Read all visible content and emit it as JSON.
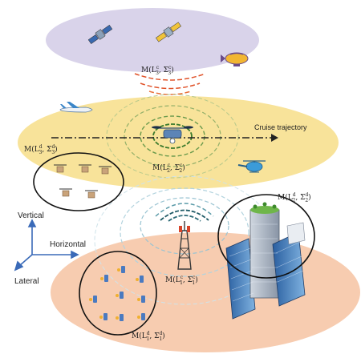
{
  "labels": {
    "cruise_trajectory": "Cruise trajectory",
    "axis_vertical": "Vertical",
    "axis_horizontal": "Horizontal",
    "axis_lateral": "Lateral"
  },
  "math": {
    "m_top": {
      "main": "M(L",
      "sup": "c",
      "sub": "3",
      "mid": ", Σ",
      "sup2": "c",
      "sub2": "3",
      "end": ")"
    },
    "m_mid_center": {
      "main": "M(L",
      "sup": "c",
      "sub": "2",
      "mid": ", Σ",
      "sup2": "c",
      "sub2": "2",
      "end": ")"
    },
    "m_mid_left": {
      "main": "M(L",
      "sup": "d",
      "sub": "3",
      "mid": ", Σ",
      "sup2": "d",
      "sub2": "3",
      "end": ")"
    },
    "m_tower": {
      "main": "M(L",
      "sup": "c",
      "sub": "1",
      "mid": ", Σ",
      "sup2": "c",
      "sub2": "1",
      "end": ")"
    },
    "m_buildings": {
      "main": "M(L",
      "sup": "d",
      "sub": "2",
      "mid": ", Σ",
      "sup2": "d",
      "sub2": "2",
      "end": ")"
    },
    "m_ground_left": {
      "main": "M(L",
      "sup": "d",
      "sub": "1",
      "mid": ", Σ",
      "sup2": "d",
      "sub2": "1",
      "end": ")"
    }
  },
  "colors": {
    "top_layer": "#d9d3ea",
    "middle_layer": "#f8e39a",
    "bottom_layer": "#f7ccb0",
    "top_rings": "#e0532a",
    "middle_rings": "#6a9a4c",
    "tower_rings": "#5a9aa8",
    "trajectory": "#222222"
  },
  "icons": [
    "satellite-icon",
    "airship-icon",
    "airplane-icon",
    "helicopter-icon",
    "drone-icon",
    "cell-tower-icon",
    "building-icon",
    "ground-user-icon"
  ]
}
